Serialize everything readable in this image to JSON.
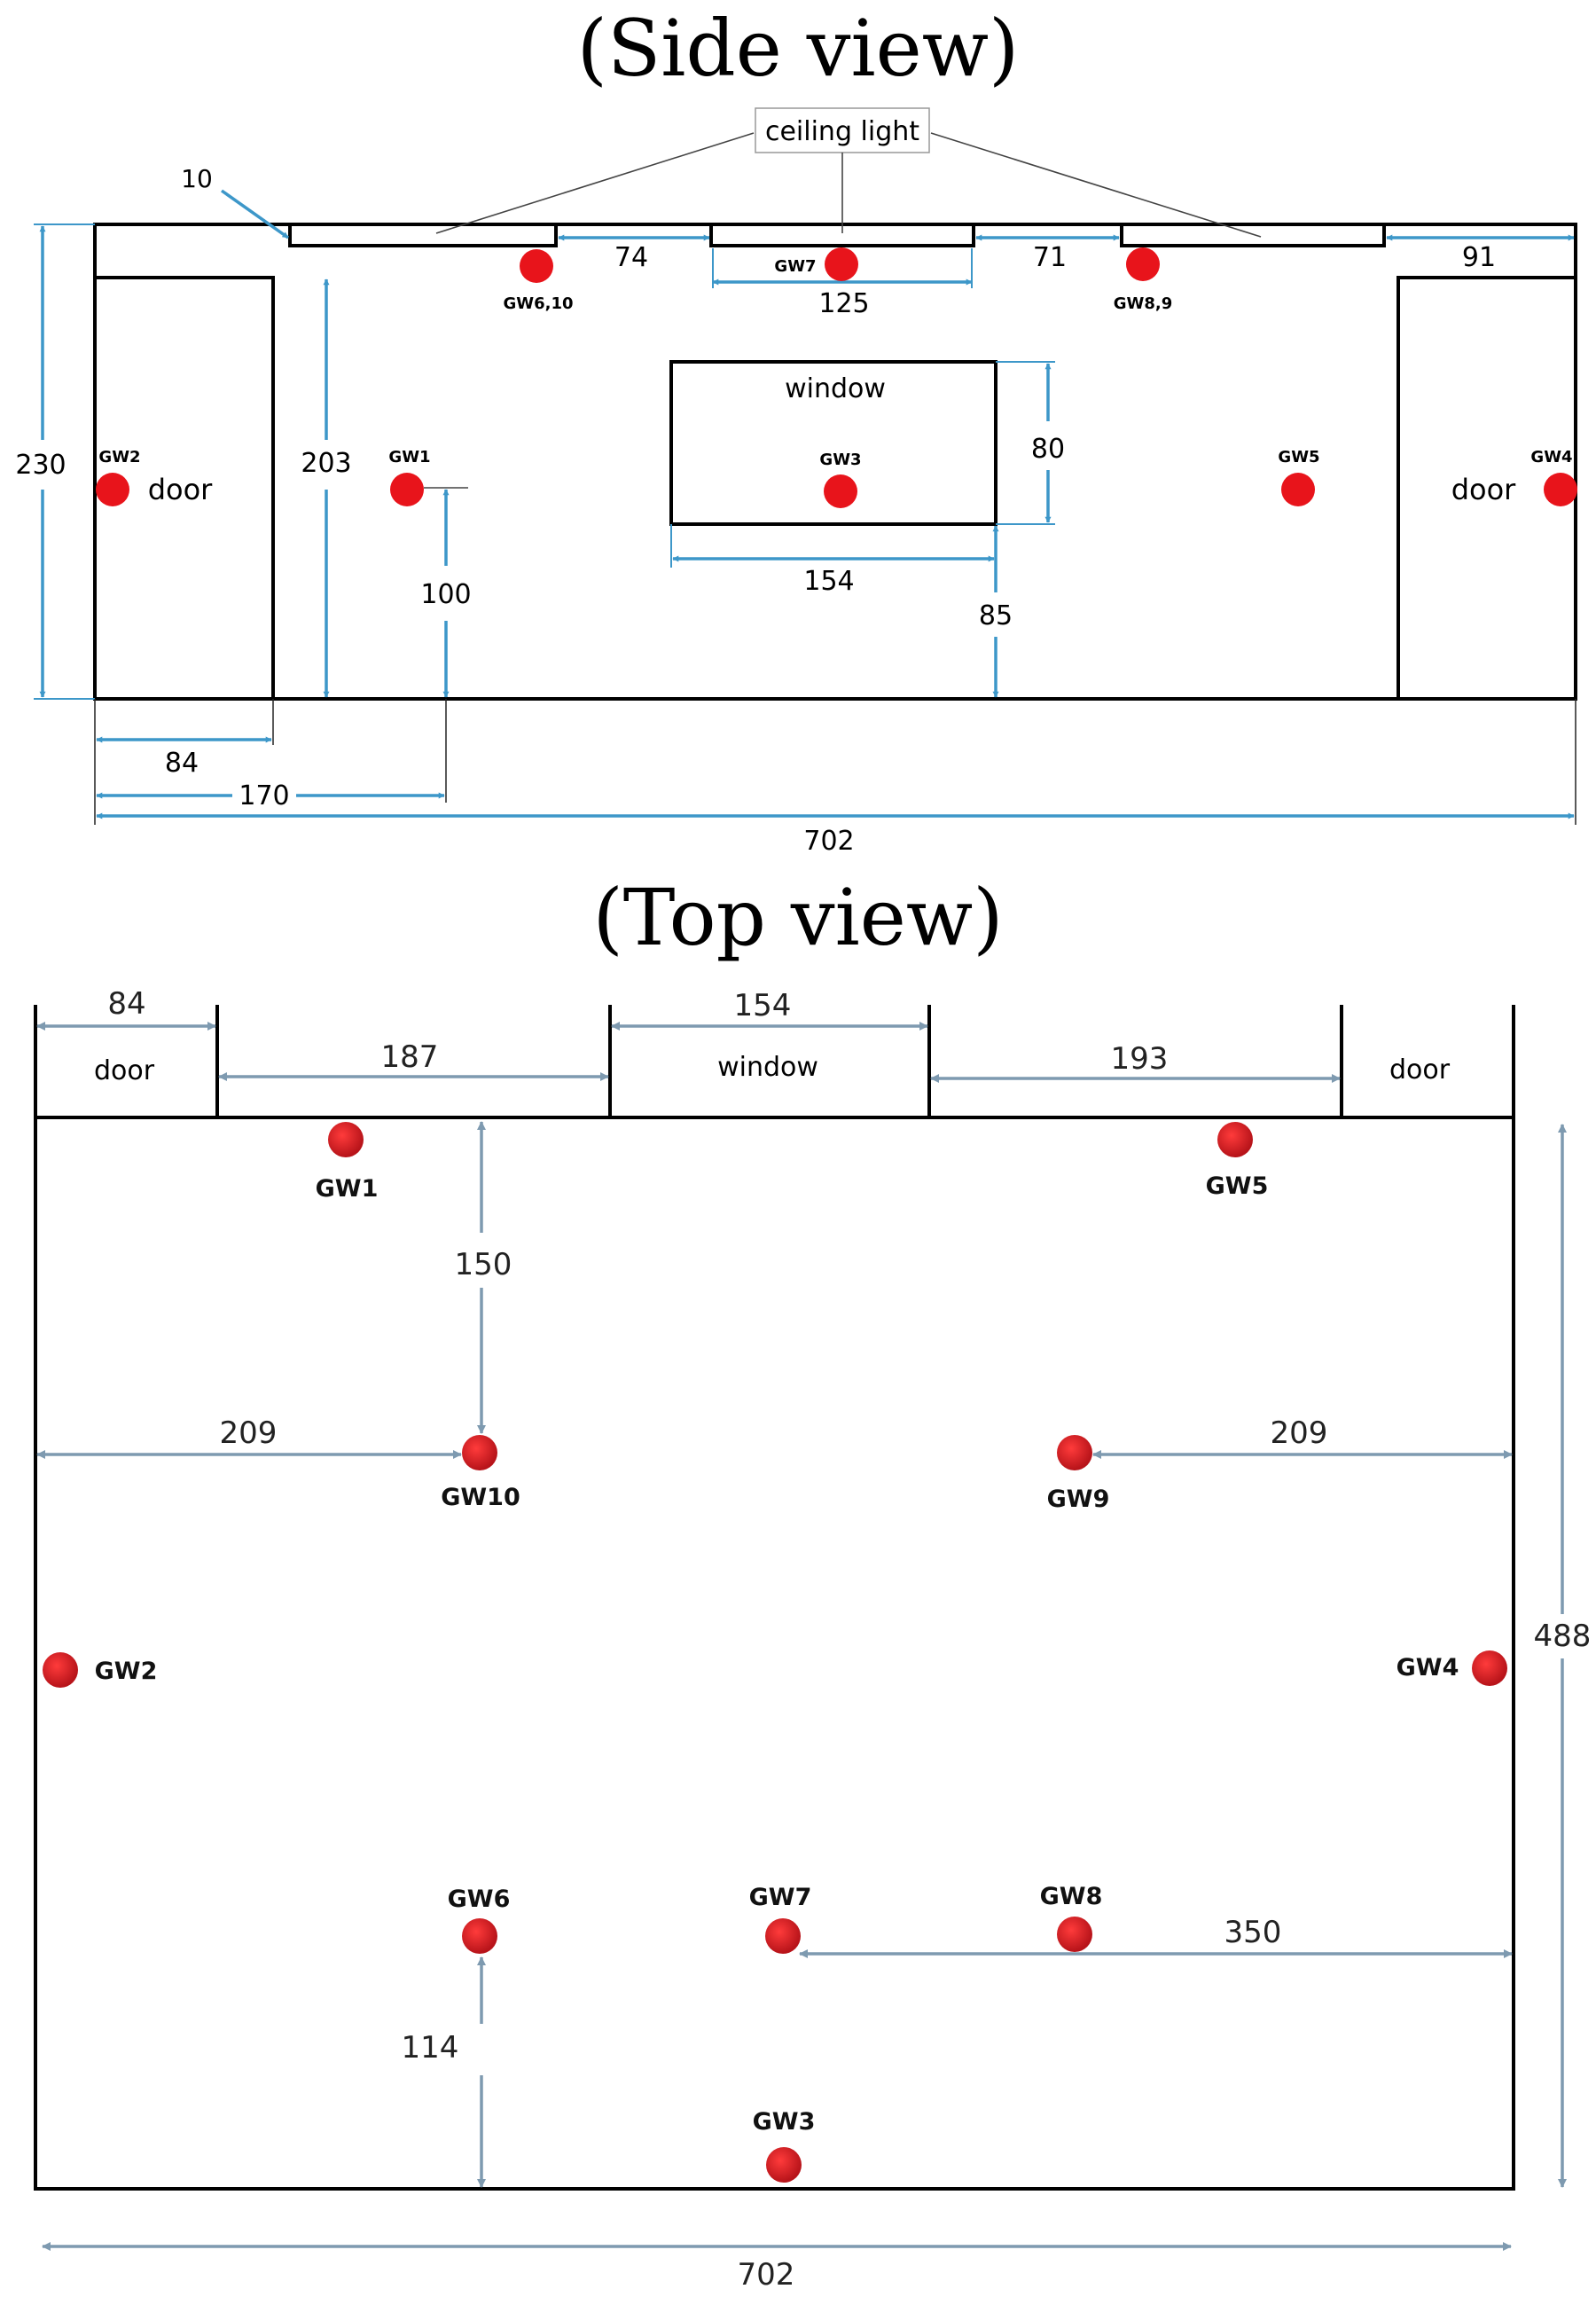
{
  "side_view": {
    "title": "(Side view)",
    "ceiling_light_label": "ceiling light",
    "labels": {
      "door_left": "door",
      "door_right": "door",
      "window": "window"
    },
    "gateways": [
      "GW6,10",
      "GW7",
      "GW8,9",
      "GW2",
      "GW1",
      "GW3",
      "GW5",
      "GW4"
    ],
    "dimensions": {
      "light_offset": "10",
      "gap_1": "74",
      "gap_2": "71",
      "gap_3": "91",
      "light_width": "125",
      "height_room": "230",
      "height_door": "203",
      "window_height": "80",
      "window_width": "154",
      "window_sill": "85",
      "gw1_height": "100",
      "door_width": "84",
      "gw1_x": "170",
      "room_length": "702"
    }
  },
  "top_view": {
    "title": "(Top view)",
    "labels": {
      "door_left": "door",
      "door_right": "door",
      "window": "window"
    },
    "gateways": [
      "GW1",
      "GW5",
      "GW10",
      "GW9",
      "GW2",
      "GW4",
      "GW6",
      "GW7",
      "GW8",
      "GW3"
    ],
    "dimensions": {
      "door_width": "84",
      "wall_1": "187",
      "window_width": "154",
      "wall_2": "193",
      "gw1_depth": "150",
      "gw10_x": "209",
      "gw9_x": "209",
      "gw6_y": "114",
      "gw7_to_wall": "350",
      "room_depth": "488",
      "room_length": "702"
    }
  },
  "colors": {
    "gateway": "#e8141b",
    "gateway_top": "#c8171a",
    "dimension_line": "#3d97c9",
    "dimension_line_top": "#7e9ab0"
  }
}
